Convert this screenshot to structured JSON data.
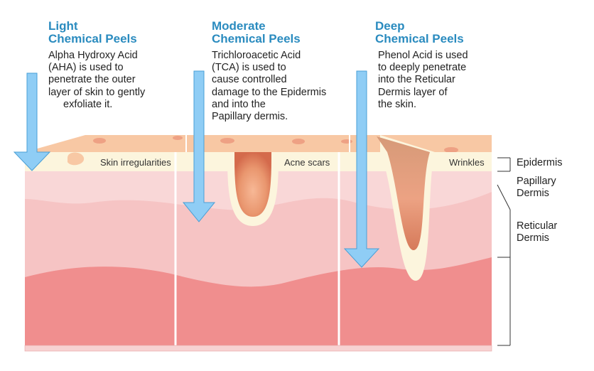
{
  "columns": [
    {
      "title_line1": "Light",
      "title_line2": "Chemical Peels",
      "description": [
        "Alpha Hydroxy Acid",
        "(AHA) is used to",
        "penetrate the outer",
        "layer of skin to gently",
        "exfoliate it."
      ],
      "condition_label": "Skin irregularities"
    },
    {
      "title_line1": "Moderate",
      "title_line2": "Chemical Peels",
      "description": [
        "Trichloroacetic Acid",
        "(TCA) is used to",
        "cause controlled",
        "damage to the Epidermis",
        "and into the",
        "Papillary dermis."
      ],
      "condition_label": "Acne scars"
    },
    {
      "title_line1": "Deep",
      "title_line2": "Chemical Peels",
      "description": [
        "Phenol Acid is used",
        "to deeply penetrate",
        "into the Reticular",
        "Dermis layer of",
        "the skin."
      ],
      "condition_label": "Wrinkles"
    }
  ],
  "layers": {
    "epidermis": "Epidermis",
    "papillary": [
      "Papillary",
      "Dermis"
    ],
    "reticular": [
      "Reticular",
      "Dermis"
    ]
  },
  "colors": {
    "title": "#2a8bbf",
    "arrow": "#8fcdf5",
    "arrow_stroke": "#4a9fd6",
    "epidermis": "#fcf5dd",
    "surface": "#f8c8a4",
    "papillary": "#f8d6d6",
    "reticular": "#f2b2b2",
    "deep": "#f08e8e"
  }
}
